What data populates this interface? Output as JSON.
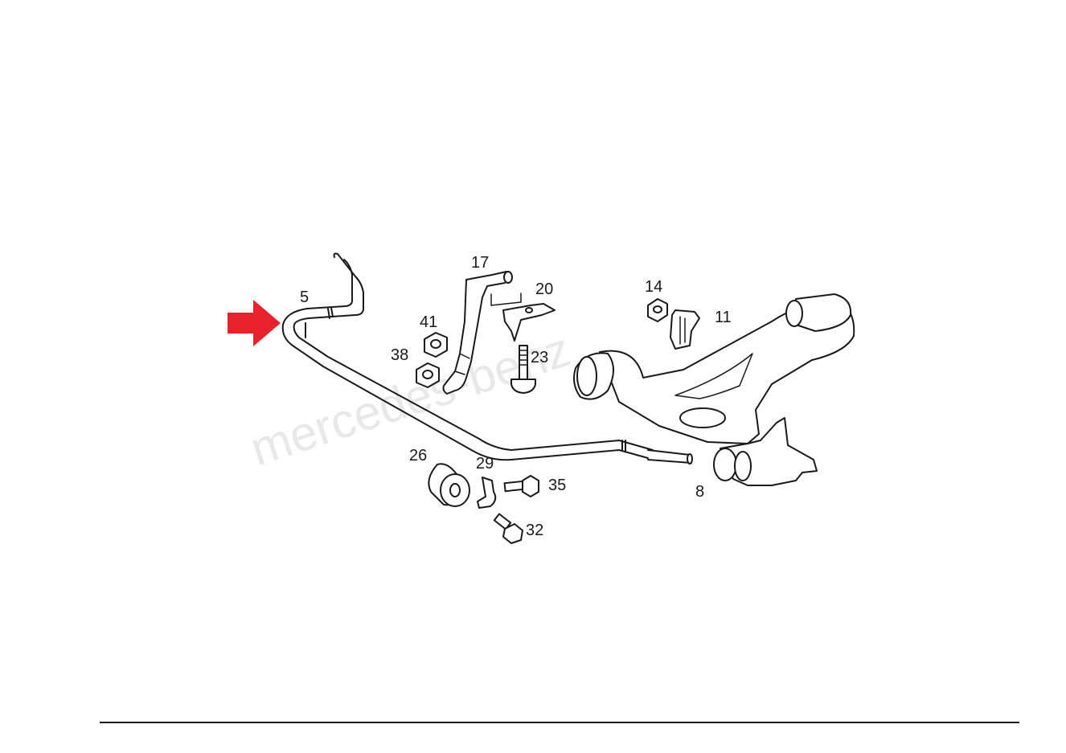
{
  "diagram": {
    "watermark": "mercedes-benz",
    "arrow_color": "#e8212a",
    "callouts": {
      "p5": "5",
      "p17": "17",
      "p20": "20",
      "p14": "14",
      "p11": "11",
      "p41": "41",
      "p38": "38",
      "p23": "23",
      "p26": "26",
      "p29": "29",
      "p35": "35",
      "p32": "32",
      "p8": "8"
    }
  }
}
